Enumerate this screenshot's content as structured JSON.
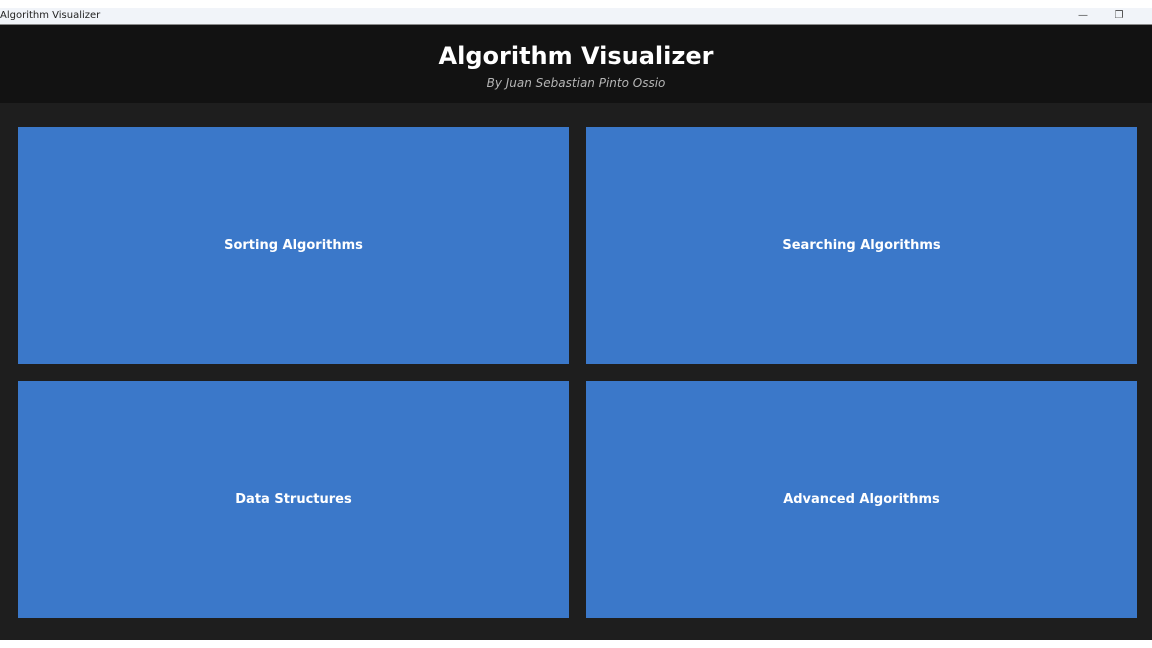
{
  "window": {
    "title": "Algorithm Visualizer",
    "minimize_icon": "minimize-icon",
    "restore_icon": "restore-icon"
  },
  "header": {
    "title": "Algorithm Visualizer",
    "subtitle": "By Juan Sebastian Pinto Ossio"
  },
  "cards": [
    {
      "label": "Sorting Algorithms"
    },
    {
      "label": "Searching Algorithms"
    },
    {
      "label": "Data Structures"
    },
    {
      "label": "Advanced Algorithms"
    }
  ],
  "colors": {
    "card": "#3b78c9",
    "header": "#121212",
    "background": "#1e1e1e"
  }
}
